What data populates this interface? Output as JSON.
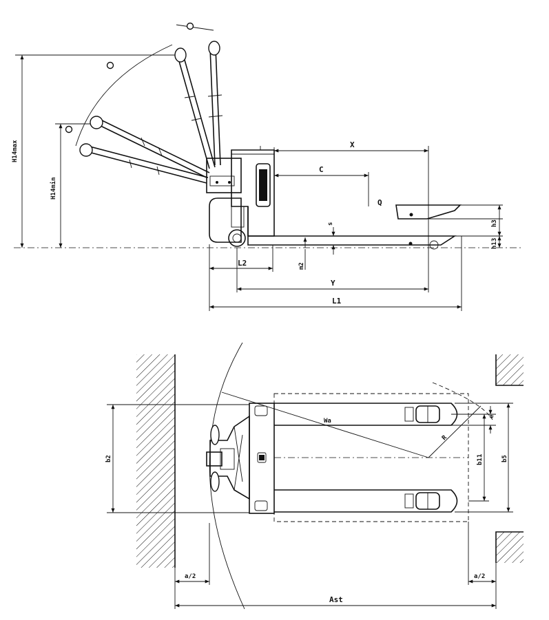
{
  "side_view": {
    "labels": {
      "H14max": "H14max",
      "H14min": "H14min",
      "X": "X",
      "C": "C",
      "Q": "Q",
      "s": "s",
      "h3": "h3",
      "h13": "h13",
      "L2": "L2",
      "m2": "m2",
      "Y": "Y",
      "L1": "L1"
    }
  },
  "top_view": {
    "labels": {
      "Wa": "Wa",
      "R": "R",
      "e": "e",
      "b2": "b2",
      "b11": "b11",
      "b5": "b5",
      "a2_left": "a/2",
      "a2_right": "a/2",
      "Ast": "Ast"
    }
  }
}
